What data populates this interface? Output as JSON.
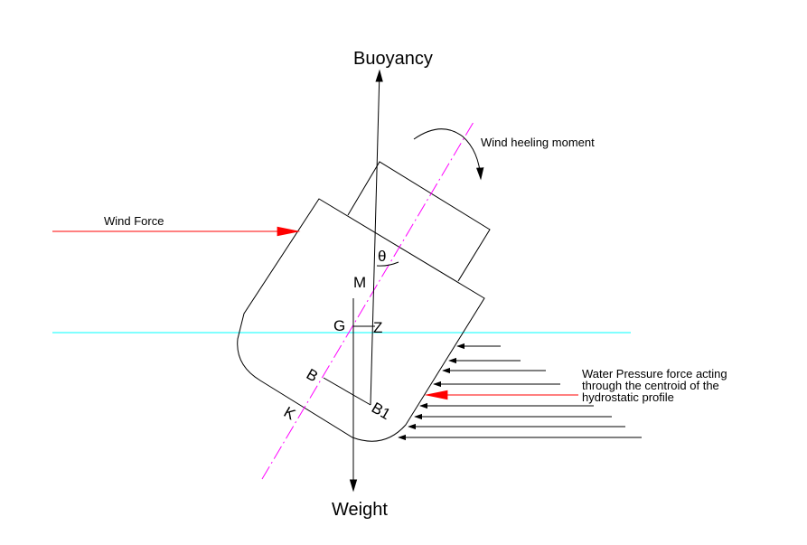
{
  "labels": {
    "buoyancy": "Buoyancy",
    "weight": "Weight",
    "wind_heeling_moment": "Wind heeling moment",
    "wind_force": "Wind Force",
    "theta": "θ",
    "m": "M",
    "g": "G",
    "z": "Z",
    "b": "B",
    "b1": "B1",
    "k": "K",
    "water_pressure": [
      "Water Pressure force acting",
      "through the centroid of the",
      "hydrostatic profile"
    ]
  },
  "colors": {
    "outline": "#000000",
    "centerline": "#ff00ff",
    "waterline": "#00ffff",
    "wind_force": "#ff0000",
    "resultant_pressure": "#ff0000",
    "background": "#ffffff"
  }
}
